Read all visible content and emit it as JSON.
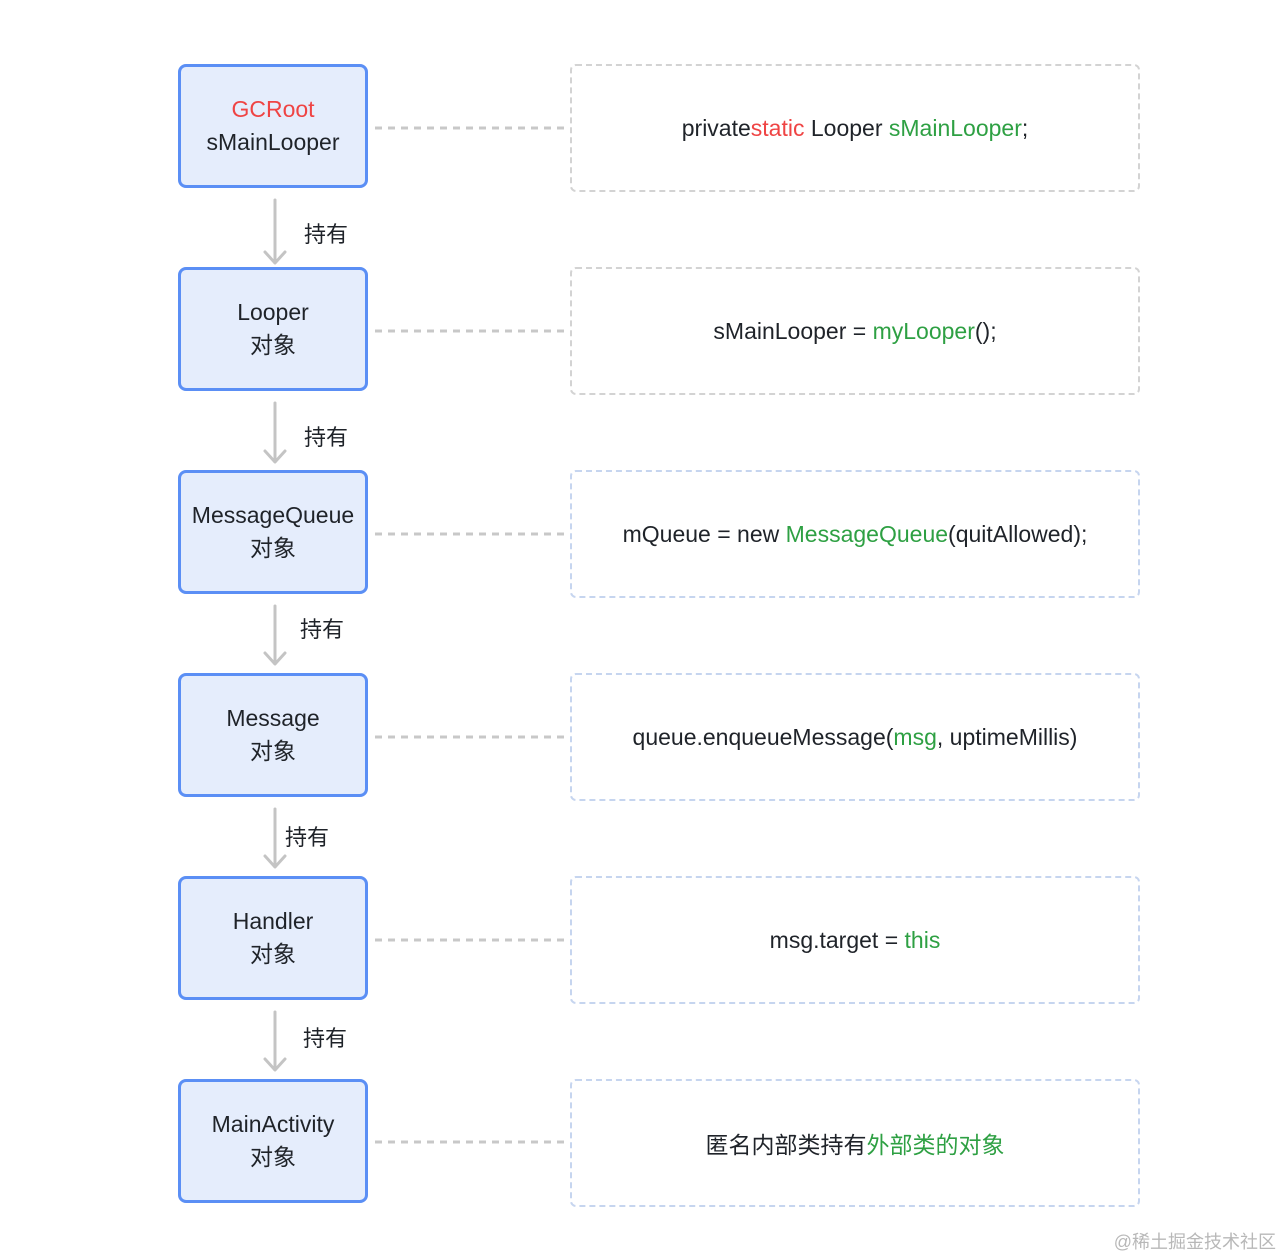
{
  "nodes": [
    {
      "line1": "GCRoot",
      "line2": "sMainLooper",
      "line1_color": "red"
    },
    {
      "line1": "Looper",
      "line2": "对象"
    },
    {
      "line1": "MessageQueue",
      "line2": "对象"
    },
    {
      "line1": "Message",
      "line2": "对象"
    },
    {
      "line1": "Handler",
      "line2": "对象"
    },
    {
      "line1": "MainActivity",
      "line2": "对象"
    }
  ],
  "edge_label": "持有",
  "code_boxes": [
    {
      "segments": [
        {
          "text": "private ",
          "color": "default"
        },
        {
          "text": "static",
          "color": "red"
        },
        {
          "text": " Looper ",
          "color": "default"
        },
        {
          "text": "sMainLooper",
          "color": "green"
        },
        {
          "text": ";",
          "color": "default"
        }
      ]
    },
    {
      "segments": [
        {
          "text": "sMainLooper = ",
          "color": "default"
        },
        {
          "text": "myLooper",
          "color": "green"
        },
        {
          "text": "();",
          "color": "default"
        }
      ]
    },
    {
      "segments": [
        {
          "text": "mQueue = new ",
          "color": "default"
        },
        {
          "text": "MessageQueue",
          "color": "green"
        },
        {
          "text": "(quitAllowed);",
          "color": "default"
        }
      ]
    },
    {
      "segments": [
        {
          "text": "queue.enqueueMessage(",
          "color": "default"
        },
        {
          "text": "msg",
          "color": "green"
        },
        {
          "text": ", uptimeMillis)",
          "color": "default"
        }
      ]
    },
    {
      "segments": [
        {
          "text": "msg.target = ",
          "color": "default"
        },
        {
          "text": "this",
          "color": "green"
        }
      ]
    },
    {
      "segments": [
        {
          "text": "匿名内部类持有",
          "color": "default"
        },
        {
          "text": "外部类的对象",
          "color": "green"
        }
      ]
    }
  ],
  "watermark": "@稀土掘金技术社区",
  "colors": {
    "node_fill": "#e5edfc",
    "node_border": "#5b8ff5",
    "red": "#ef4444",
    "green": "#2ea043",
    "connector": "#c8c8c8",
    "dashed_border": "#d3d3d3"
  }
}
